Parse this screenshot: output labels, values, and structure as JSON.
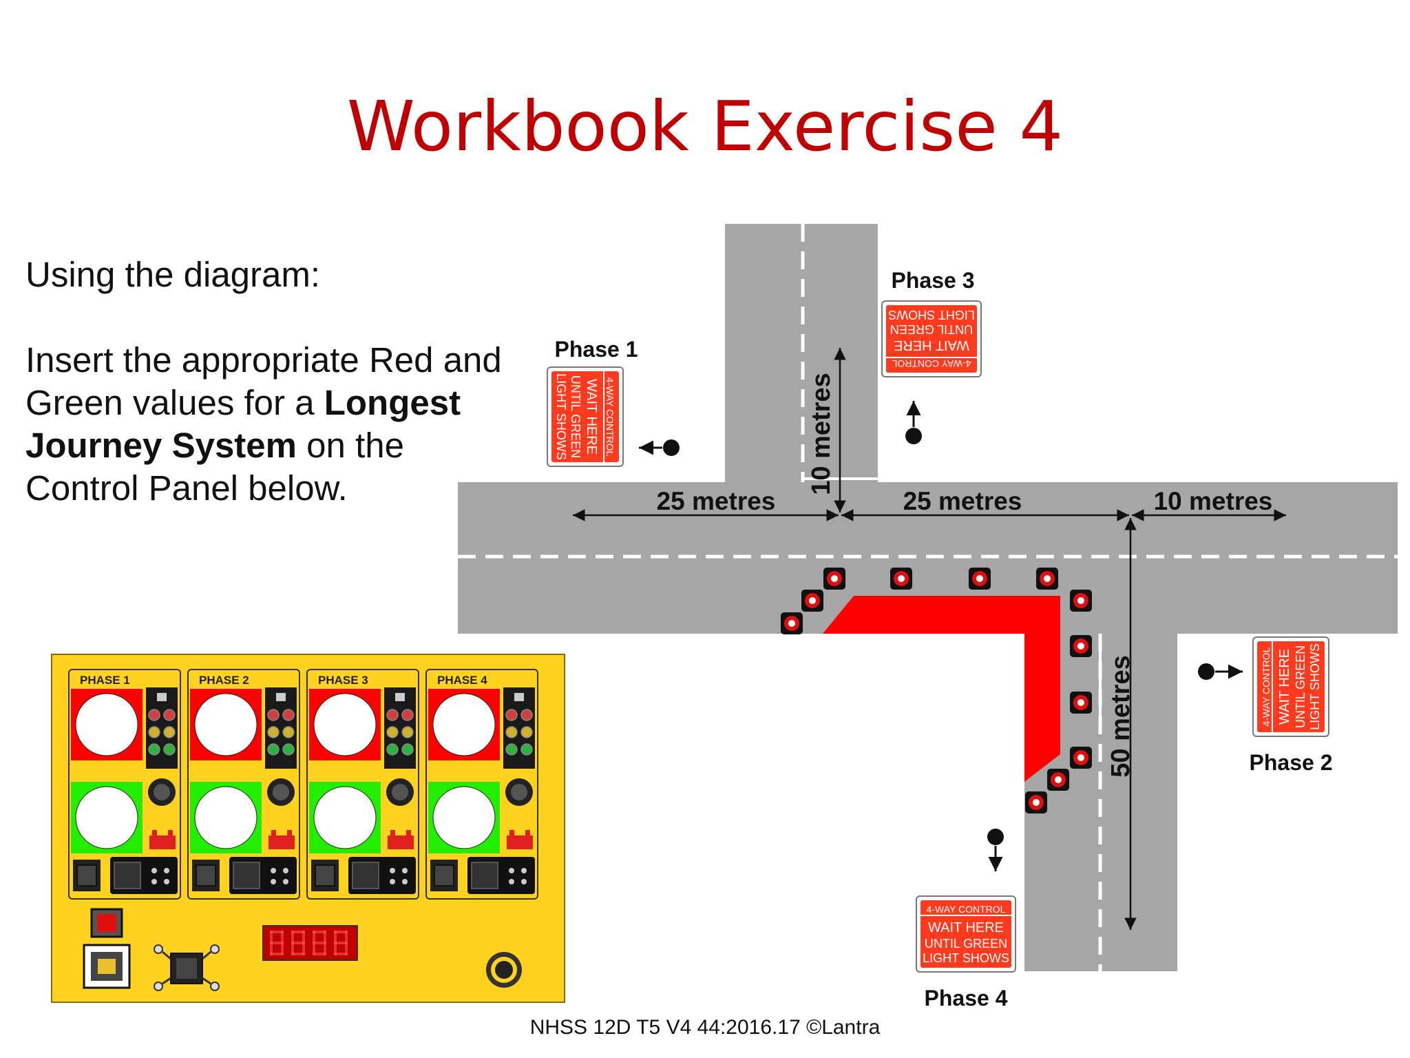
{
  "title": "Workbook Exercise 4",
  "instructions": {
    "line1": "Using the diagram:",
    "pre": "Insert the appropriate Red and Green values for a ",
    "bold": "Longest Journey System",
    "post": " on the Control Panel below."
  },
  "diagram": {
    "phase_labels": [
      "Phase 1",
      "Phase 2",
      "Phase 3",
      "Phase 4"
    ],
    "distances": {
      "west": "25 metres",
      "middle": "25 metres",
      "east": "10 metres",
      "north": "10 metres",
      "south": "50 metres"
    },
    "sign": {
      "header": "4-WAY CONTROL",
      "wait": "WAIT",
      "here": "HERE",
      "line2": "UNTIL GREEN",
      "line3": "LIGHT SHOWS"
    }
  },
  "control_panel": {
    "phases": [
      "PHASE 1",
      "PHASE 2",
      "PHASE 3",
      "PHASE 4"
    ]
  },
  "footer": "NHSS 12D T5 V4 44:2016.17 ©Lantra",
  "colors": {
    "title": "#c00000",
    "road": "#a6a6a6",
    "panel": "#ffd21f",
    "sign": "#ff3b1f",
    "red_lamp": "#ff0000",
    "green_lamp": "#22ee00"
  }
}
